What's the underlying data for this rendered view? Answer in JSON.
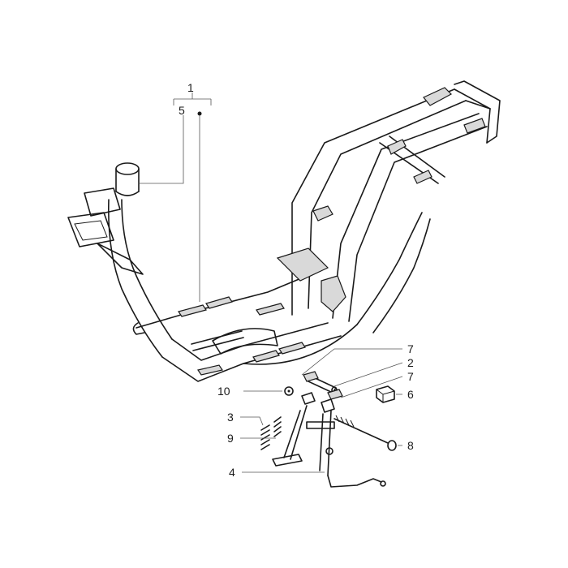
{
  "callouts": {
    "c1": "1",
    "c5": "5",
    "c7a": "7",
    "c2": "2",
    "c7b": "7",
    "c10": "10",
    "c6": "6",
    "c3": "3",
    "c9": "9",
    "c8": "8",
    "c4": "4"
  },
  "colors": {
    "line": "#1a1a1a",
    "leader": "#555555",
    "shade": "#d9d9d9"
  }
}
